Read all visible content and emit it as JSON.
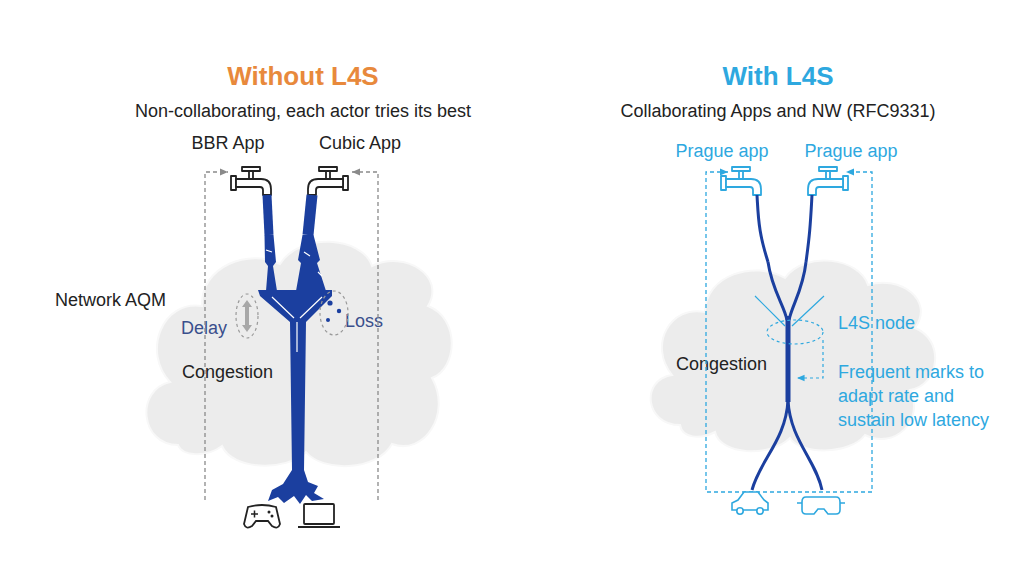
{
  "diagram": {
    "nodes": [
      {
        "text": [
          "BBR App"
        ]
      },
      {
        "text": [
          "Cubic App"
        ]
      },
      {
        "text": [
          "Network AQM",
          "Delay",
          "Loss",
          "Congestion"
        ]
      },
      {
        "text": [
          "Prague app"
        ]
      },
      {
        "text": [
          "Prague app"
        ]
      },
      {
        "text": [
          "Congestion",
          "L4S node",
          "Frequent marks to adapt rate and sustain low latency"
        ]
      }
    ],
    "edges": [
      {
        "from": 0,
        "to": 2,
        "arrow": "none"
      },
      {
        "from": 1,
        "to": 2,
        "arrow": "none"
      },
      {
        "from": 3,
        "to": 5,
        "arrow": "none"
      },
      {
        "from": 4,
        "to": 5,
        "arrow": "none"
      }
    ],
    "labels": [
      "Without L4S",
      "Non-collaborating, each actor tries its best",
      "With L4S",
      "Collaborating Apps and NW (RFC9331)"
    ]
  }
}
